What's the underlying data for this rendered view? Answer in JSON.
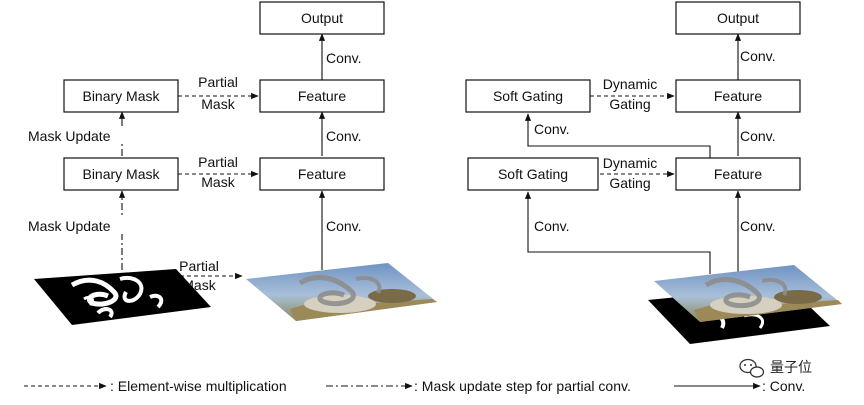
{
  "left": {
    "output": "Output",
    "feature_top": "Feature",
    "feature_mid": "Feature",
    "binary_mask_top": "Binary Mask",
    "binary_mask_mid": "Binary Mask",
    "conv_top": "Conv.",
    "conv_mid": "Conv.",
    "conv_bottom": "Conv.",
    "partial_mask_top": [
      "Partial",
      "Mask"
    ],
    "partial_mask_mid": [
      "Partial",
      "Mask"
    ],
    "partial_mask_bottom": [
      "Partial",
      "Mask"
    ],
    "mask_update_top": "Mask Update",
    "mask_update_bottom": "Mask Update"
  },
  "right": {
    "output": "Output",
    "feature_top": "Feature",
    "feature_mid": "Feature",
    "soft_gating_top": "Soft Gating",
    "soft_gating_mid": "Soft Gating",
    "conv_out": "Conv.",
    "conv_feat": "Conv.",
    "conv_gate": "Conv.",
    "conv_img_feat": "Conv.",
    "conv_img_gate": "Conv.",
    "dynamic_gating_top": [
      "Dynamic",
      "Gating"
    ],
    "dynamic_gating_mid": [
      "Dynamic",
      "Gating"
    ]
  },
  "legend": {
    "elementwise": ": Element-wise multiplication",
    "mask_update": ": Mask update step for partial conv.",
    "conv": ": Conv."
  },
  "watermark": {
    "icon": "wechat-icon",
    "text": "量子位"
  }
}
